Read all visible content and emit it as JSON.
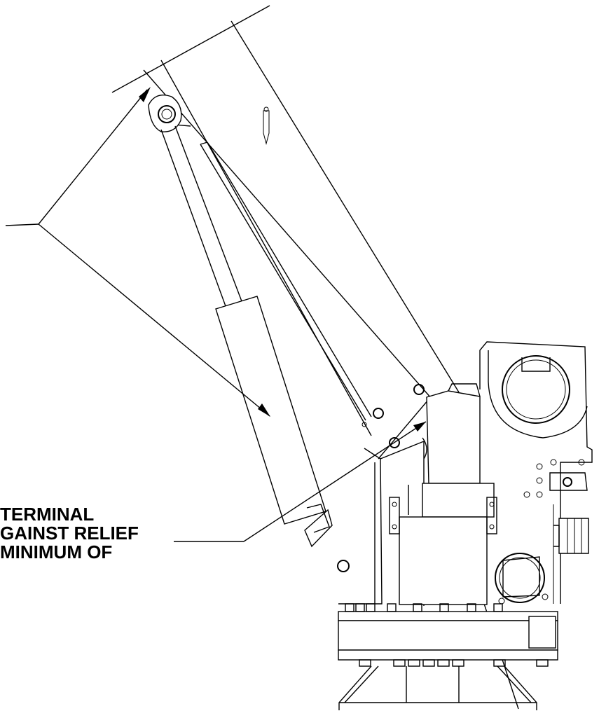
{
  "callout": {
    "line1": "TERMINAL",
    "line2": "GAINST RELIEF",
    "line3": "MINIMUM OF"
  }
}
